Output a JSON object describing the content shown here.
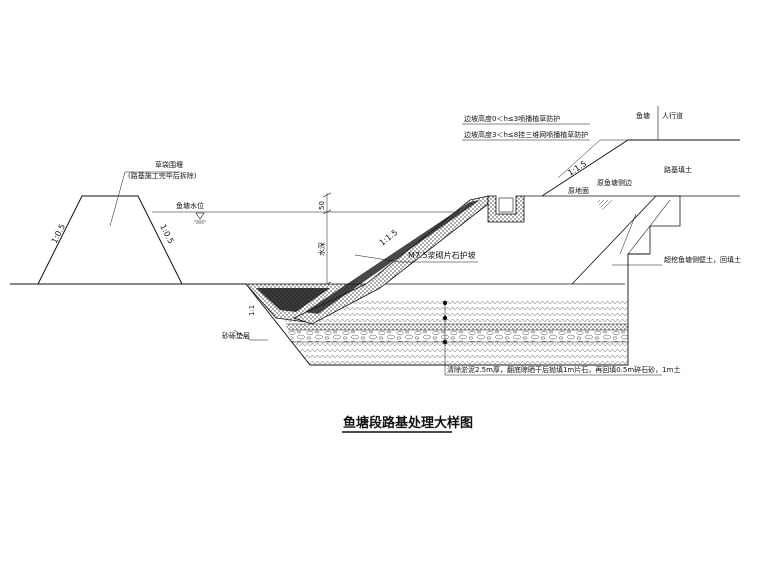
{
  "labels": {
    "cofferdam_1": "草袋围堰",
    "cofferdam_2": "(路基施工完毕后拆除)",
    "slope_left": "1:0.5",
    "slope_right": "1:0.5",
    "water_level": "鱼塘水位",
    "dim_50": "50",
    "dim_depth": "水深",
    "slope_riprap": "1:1.5",
    "riprap": "M7.5浆砌片石护坡",
    "slope_embankment": "1:1.5",
    "protect_1": "边坡高度0＜h≤3喷播植草防护",
    "protect_2": "边坡高度3＜h≤8挂三维网喷播植草防护",
    "fishpond": "鱼塘",
    "sidewalk": "人行道",
    "subgrade_fill": "路基填土",
    "pond_edge": "原鱼塘侧边",
    "original_ground": "原地面",
    "excavate_backfill": "超挖鱼塘侧壁土，回填土",
    "slope_1_1": "1:1",
    "gravel_cushion": "砂砾垫层",
    "treatment_note": "清除淤泥2.5m厚，翻底晾晒干后抛填1m片石，再回填0.5m碎石砂，1m土",
    "title": "鱼塘段路基处理大样图"
  }
}
